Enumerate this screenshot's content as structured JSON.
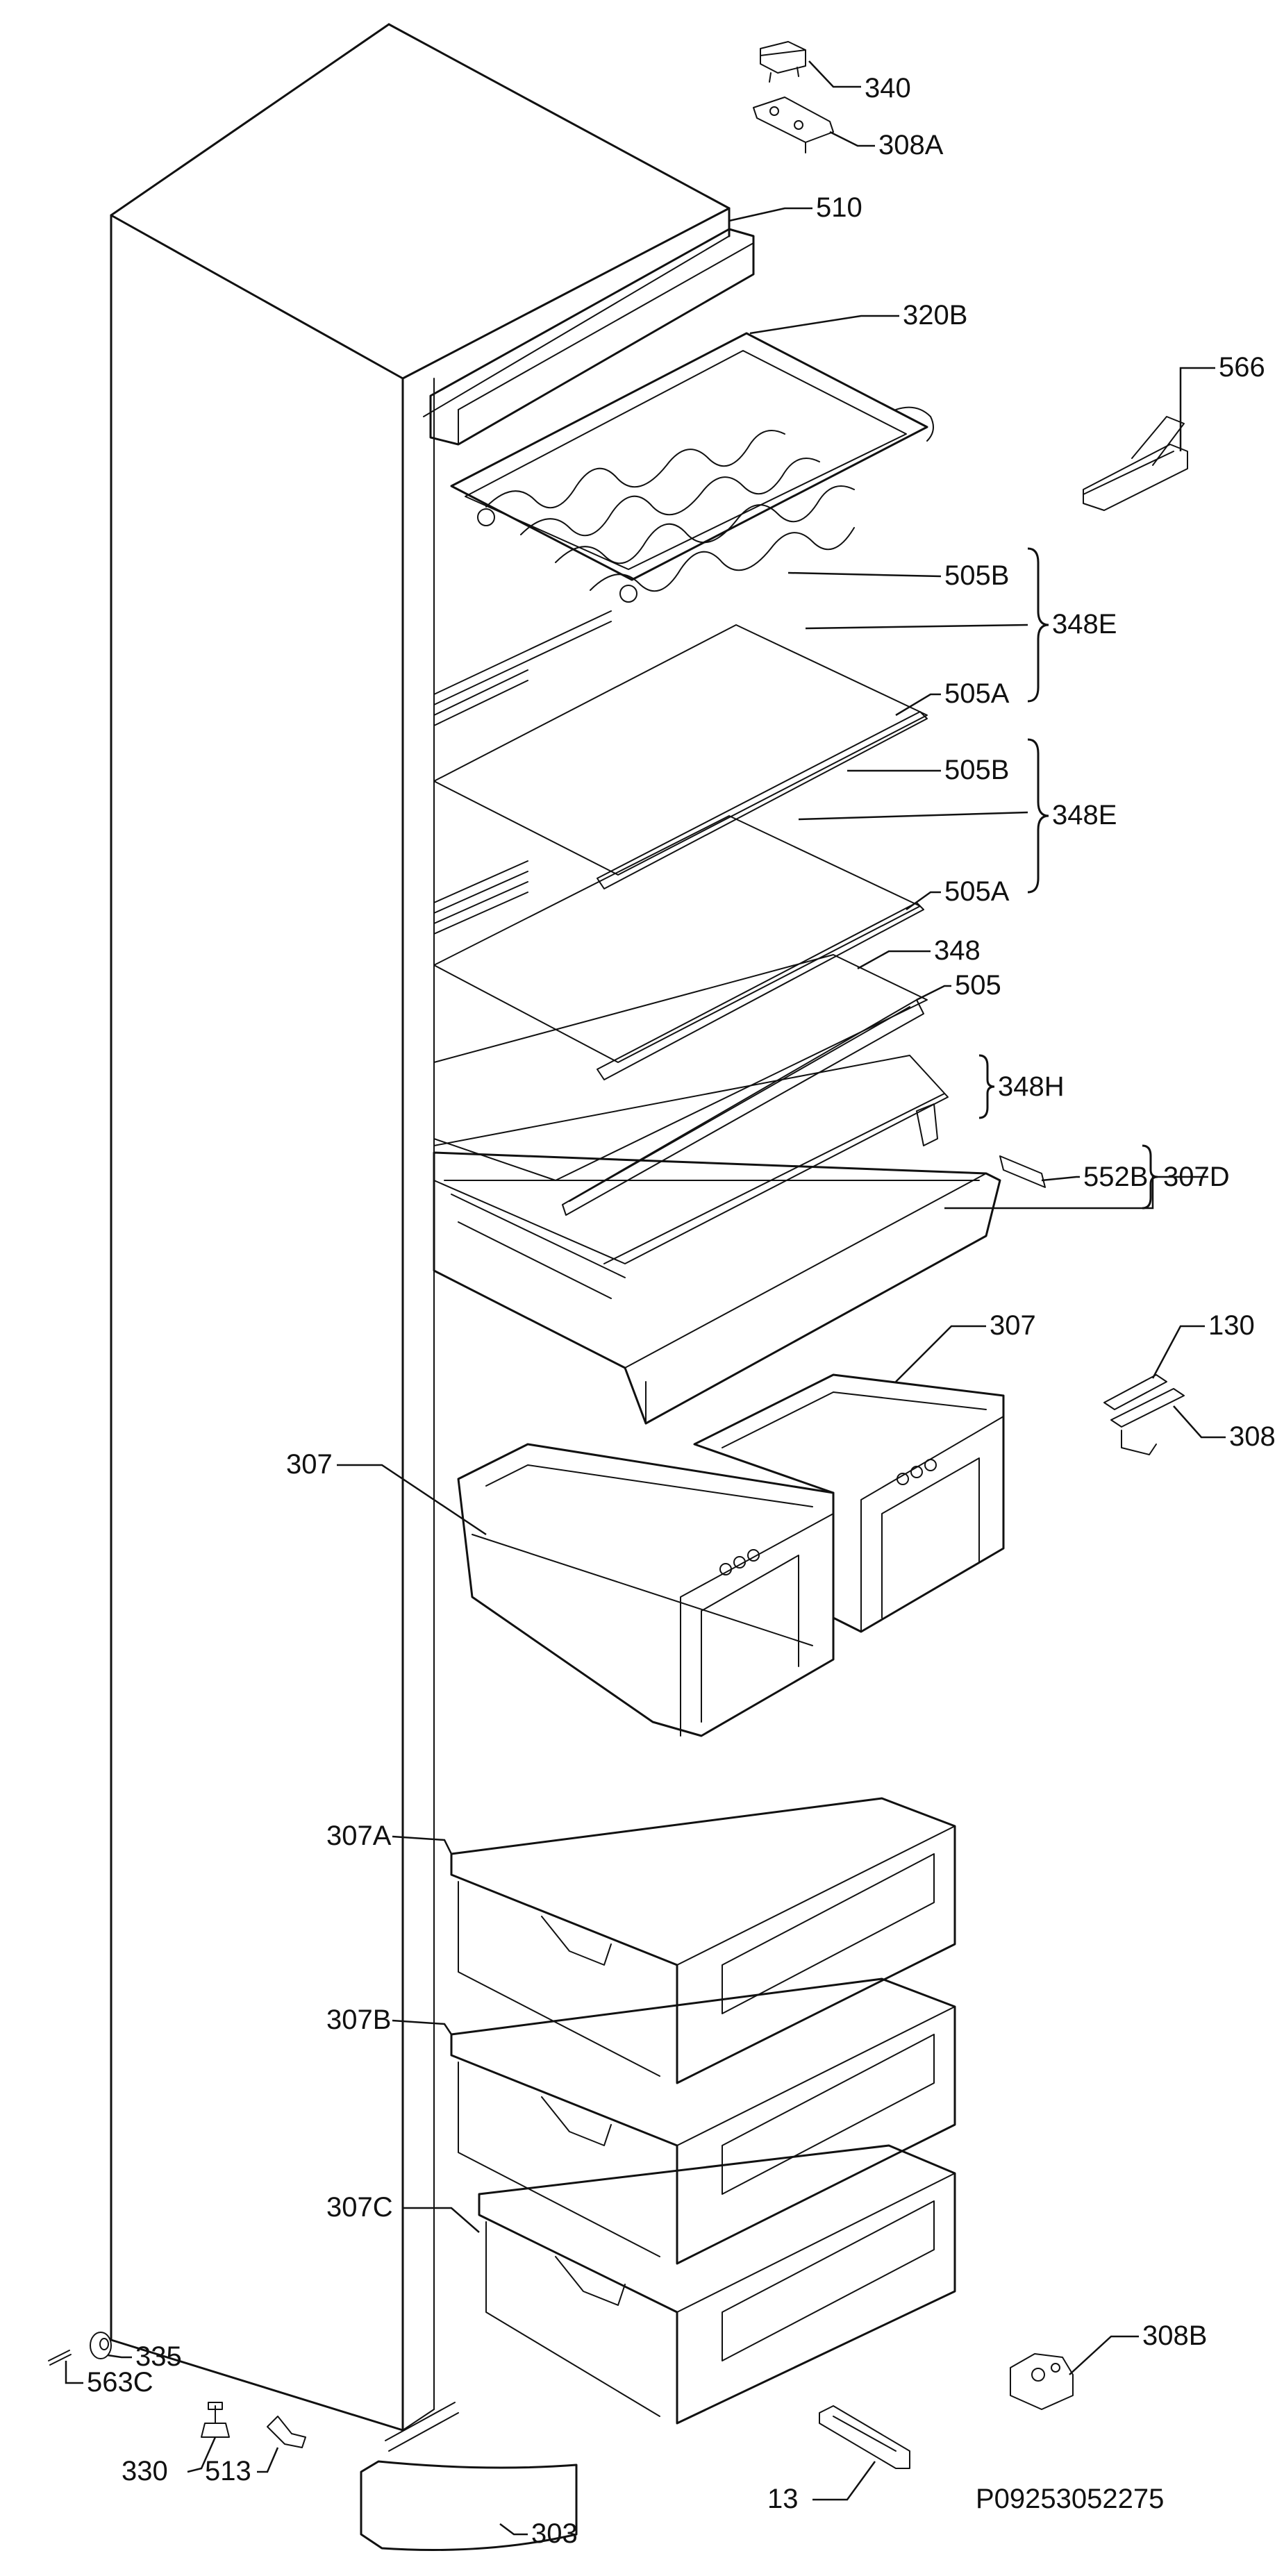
{
  "diagram": {
    "reference_code": "P09253052275",
    "part_labels": {
      "p340": "340",
      "p308A": "308A",
      "p510": "510",
      "p320B": "320B",
      "p566": "566",
      "p505B_1": "505B",
      "p348E_1": "348E",
      "p505A_1": "505A",
      "p505B_2": "505B",
      "p348E_2": "348E",
      "p505A_2": "505A",
      "p348": "348",
      "p505": "505",
      "p348H": "348H",
      "p552B": "552B",
      "p307D": "307D",
      "p307_right": "307",
      "p130": "130",
      "p308": "308",
      "p307_left": "307",
      "p307A": "307A",
      "p307B": "307B",
      "p307C": "307C",
      "p308B": "308B",
      "p335": "335",
      "p563C": "563C",
      "p330": "330",
      "p513": "513",
      "p13": "13",
      "p303": "303"
    }
  }
}
